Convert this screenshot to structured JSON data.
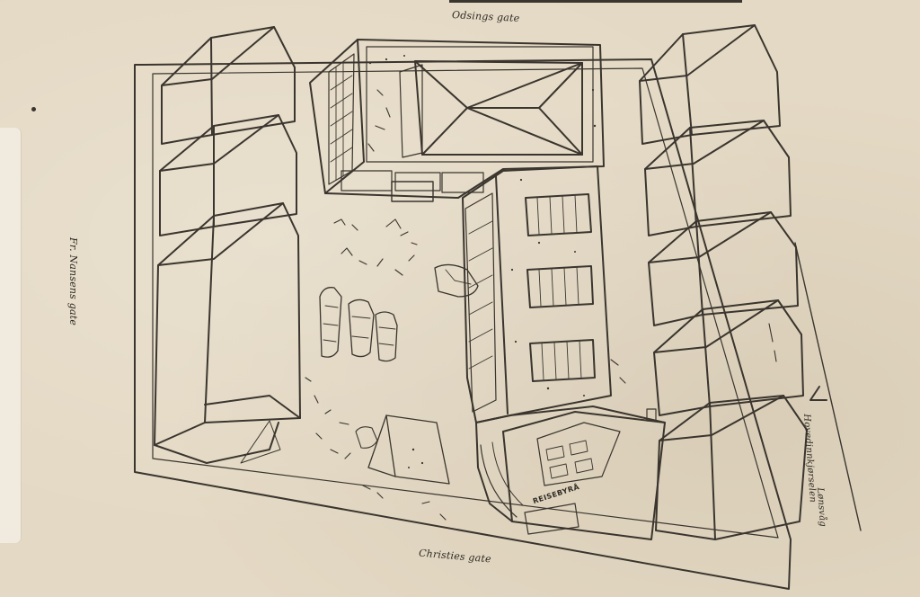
{
  "map": {
    "streets": {
      "top": "Odsings gate",
      "bottom": "Christies gate",
      "left": "Fr. Nansens gate",
      "right_1": "Hovedinnkjørselen",
      "right_2": "Lønsvåg"
    },
    "building_sign": "REISEBYRÅ"
  },
  "colors": {
    "paper": "#e4d9c4",
    "ink": "#3a352e"
  }
}
